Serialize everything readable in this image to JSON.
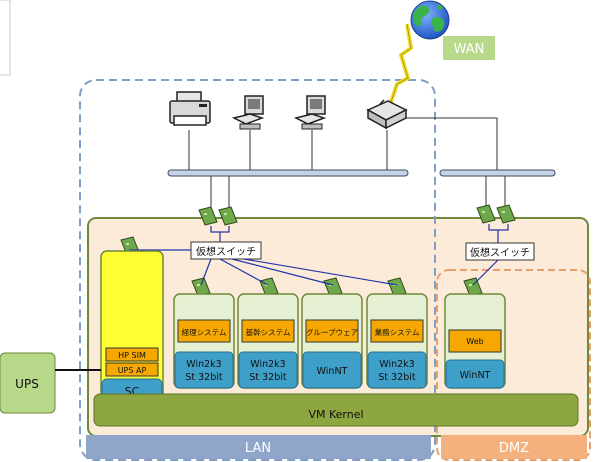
{
  "labels": {
    "wan": "WAN",
    "lan": "LAN",
    "dmz": "DMZ",
    "ups": "UPS",
    "vm_kernel": "VM Kernel",
    "vswitch_lan": "仮想スイッチ",
    "vswitch_dmz": "仮想スイッチ",
    "hp_sim": "HP SIM",
    "ups_ap": "UPS AP",
    "sc": "SC"
  },
  "vms": [
    {
      "app": "経理システム",
      "os_line1": "Win2k3",
      "os_line2": "St 32bit"
    },
    {
      "app": "基幹システム",
      "os_line1": "Win2k3",
      "os_line2": "St 32bit"
    },
    {
      "app": "グループウェア",
      "os_line1": "WinNT",
      "os_line2": ""
    },
    {
      "app": "業務システム",
      "os_line1": "Win2k3",
      "os_line2": "St 32bit"
    }
  ],
  "dmz_vm": {
    "app": "Web",
    "os": "WinNT"
  },
  "icons": [
    "globe-icon",
    "printer-icon",
    "computer-icon",
    "computer-icon",
    "router-icon",
    "nic-icon",
    "lightning-icon"
  ],
  "colors": {
    "wan_box": "#b9d98a",
    "lan_bar": "#8fa6c9",
    "dmz_bar": "#f4b17e",
    "host_fill": "#fcebd9",
    "host_border": "#6e8a3b",
    "kernel": "#8ea63f",
    "vm_fill": "#e5f0d2",
    "app_fill": "#f7a800",
    "os_fill": "#3e9fc9",
    "sc_fill": "#ffff33",
    "backbone": "#c5d3e8",
    "lan_dash": "#7f9fc6",
    "dmz_dash": "#e8a06a",
    "nic": "#6ea84a"
  }
}
